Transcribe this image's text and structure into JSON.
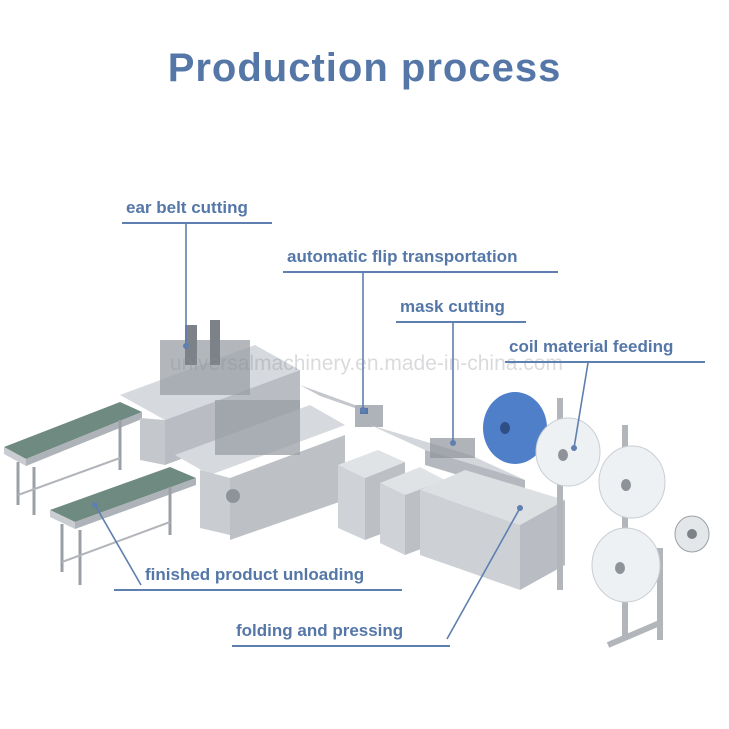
{
  "title": "Production process",
  "watermark": "universalmachinery.en.made-in-china.com",
  "colors": {
    "accent": "#5577a8",
    "leader": "#5f7fb0",
    "metal_light": "#d8dbdf",
    "metal_mid": "#b7bbc1",
    "metal_dark": "#7d8289",
    "conveyor": "#6f8a80",
    "coil_blue": "#4f7fc8",
    "coil_white": "#eef1f4"
  },
  "labels": {
    "ear_belt_cutting": "ear belt cutting",
    "automatic_flip_transportation": "automatic flip transportation",
    "mask_cutting": "mask cutting",
    "coil_material_feeding": "coil material feeding",
    "finished_product_unloading": "finished product unloading",
    "folding_and_pressing": "folding and pressing"
  }
}
